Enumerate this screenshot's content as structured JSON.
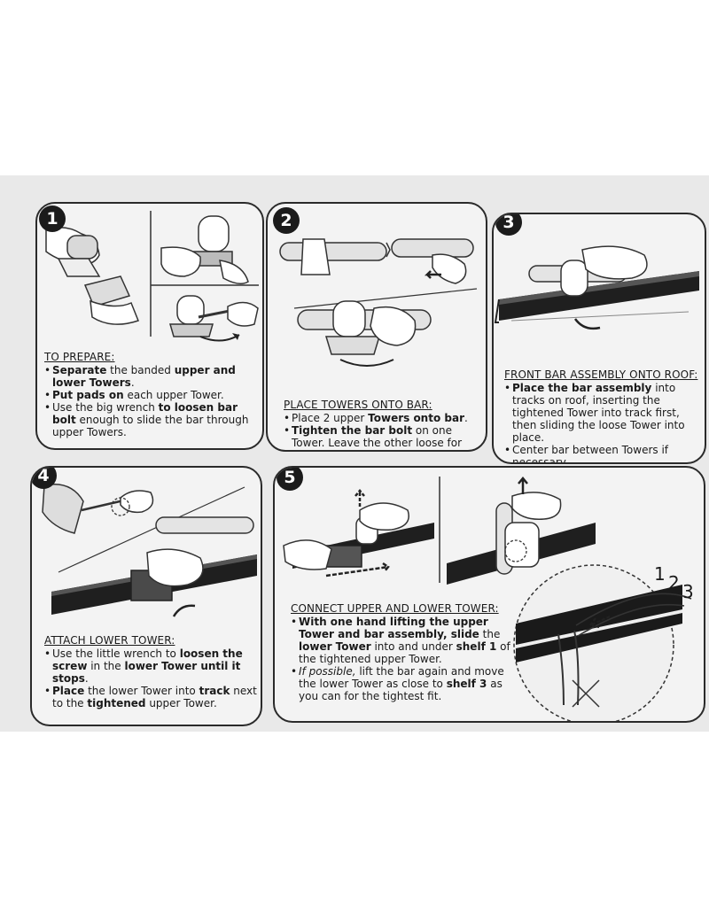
{
  "steps": [
    {
      "number": "1",
      "heading": "TO PREPARE:",
      "bullets": [
        [
          {
            "t": "Separate",
            "b": true
          },
          {
            "t": " the banded "
          },
          {
            "t": "upper and lower Towers",
            "b": true
          },
          {
            "t": "."
          }
        ],
        [
          {
            "t": "Put pads on",
            "b": true
          },
          {
            "t": " each upper Tower."
          }
        ],
        [
          {
            "t": "Use the big wrench "
          },
          {
            "t": "to loosen bar bolt",
            "b": true
          },
          {
            "t": " enough to slide the bar through upper Towers."
          }
        ]
      ]
    },
    {
      "number": "2",
      "heading": "PLACE TOWERS ONTO BAR:",
      "bullets": [
        [
          {
            "t": "Place 2 upper "
          },
          {
            "t": "Towers onto bar",
            "b": true
          },
          {
            "t": "."
          }
        ],
        [
          {
            "t": "Tighten the bar bolt",
            "b": true
          },
          {
            "t": " on one Tower. Leave the other loose for now."
          }
        ]
      ]
    },
    {
      "number": "3",
      "heading": "FRONT BAR ASSEMBLY ONTO ROOF:",
      "bullets": [
        [
          {
            "t": "Place the bar assembly",
            "b": true
          },
          {
            "t": " into tracks on roof, inserting the tightened Tower into track first, then sliding the loose Tower into place."
          }
        ],
        [
          {
            "t": "Center bar between Towers if necessary."
          }
        ]
      ]
    },
    {
      "number": "4",
      "heading": "ATTACH LOWER TOWER:",
      "bullets": [
        [
          {
            "t": "Use the little wrench to "
          },
          {
            "t": "loosen the screw",
            "b": true
          },
          {
            "t": " in the "
          },
          {
            "t": "lower Tower until it stops",
            "b": true
          },
          {
            "t": "."
          }
        ],
        [
          {
            "t": "Place",
            "b": true
          },
          {
            "t": " the lower Tower into "
          },
          {
            "t": "track",
            "b": true
          },
          {
            "t": " next to the "
          },
          {
            "t": "tightened",
            "b": true
          },
          {
            "t": " upper Tower."
          }
        ]
      ]
    },
    {
      "number": "5",
      "heading": "CONNECT UPPER AND LOWER TOWER:",
      "bullets": [
        [
          {
            "t": "With one hand lifting the upper Tower and bar assembly, slide",
            "b": true
          },
          {
            "t": " the "
          },
          {
            "t": "lower Tower",
            "b": true
          },
          {
            "t": " into and under "
          },
          {
            "t": "shelf 1",
            "b": true
          },
          {
            "t": " of the tightened upper Tower."
          }
        ],
        [
          {
            "t": "If possible,",
            "i": true
          },
          {
            "t": " lift the bar again and move the lower Tower as close to "
          },
          {
            "t": "shelf 3",
            "b": true
          },
          {
            "t": " as you can for the tightest fit."
          }
        ]
      ],
      "shelf_labels": [
        "1",
        "2",
        "3"
      ]
    }
  ],
  "icons": [
    "hand-icon",
    "wrench-icon",
    "rotate-arrow-icon",
    "up-arrow-icon",
    "slide-arrow-icon"
  ]
}
